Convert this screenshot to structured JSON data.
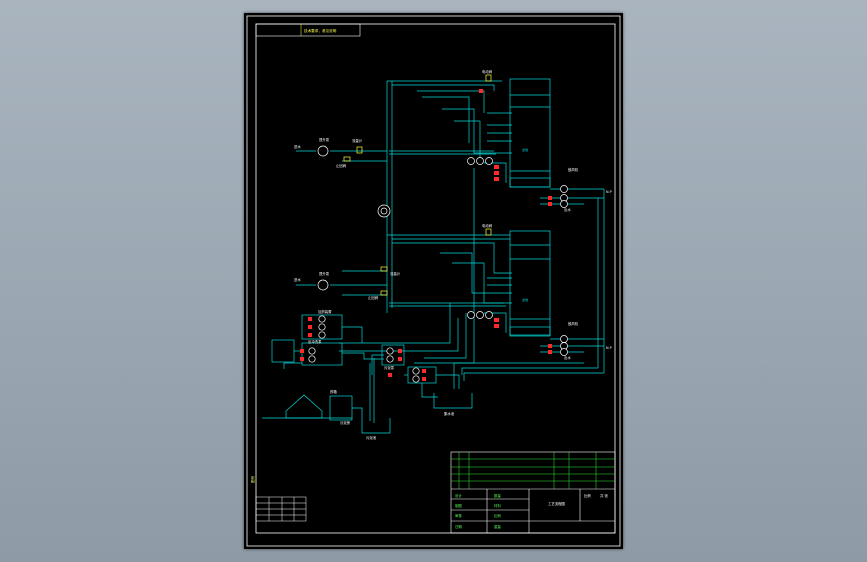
{
  "colors": {
    "background": "#000000",
    "frame": "#ffffff",
    "pipe": "#00d8d8",
    "valve_red": "#ff2a2a",
    "instrument_yellow": "#ffff33",
    "title_block_green": "#33ee33"
  },
  "title_note": "技术要求，参见说明",
  "drawing_title": "工艺流程图",
  "labels": {
    "top_valve": "电动阀",
    "mid_valve": "电动阀",
    "inlet_1": "进水",
    "pump_1": "提升泵",
    "meter_1": "流量计",
    "check_1": "止回阀",
    "inlet_2": "进水",
    "pump_2": "提升泵",
    "meter_2": "流量计",
    "check_2": "止回阀",
    "outlet_1": "出水",
    "outlet_2": "出水",
    "tank_1": "滤池",
    "tank_2": "滤池",
    "blower_1": "鼓风机",
    "blower_2": "鼓风机",
    "dosing": "加药装置",
    "backwash": "反冲洗泵",
    "sludge_pump": "污泥泵",
    "sump_1": "集水池",
    "sump_2": "污泥池",
    "sludge_house": "污泥房",
    "chem_tank": "药箱",
    "npl_1": "N.P",
    "npl_2": "N.P",
    "side_label": "图号",
    "scale_val": "比例",
    "sheet_val": "共 张"
  },
  "title_block": {
    "rows": [
      "设计",
      "制图",
      "审核",
      "日期"
    ],
    "cells": [
      "数量",
      "材料",
      "比例",
      "重量"
    ]
  }
}
